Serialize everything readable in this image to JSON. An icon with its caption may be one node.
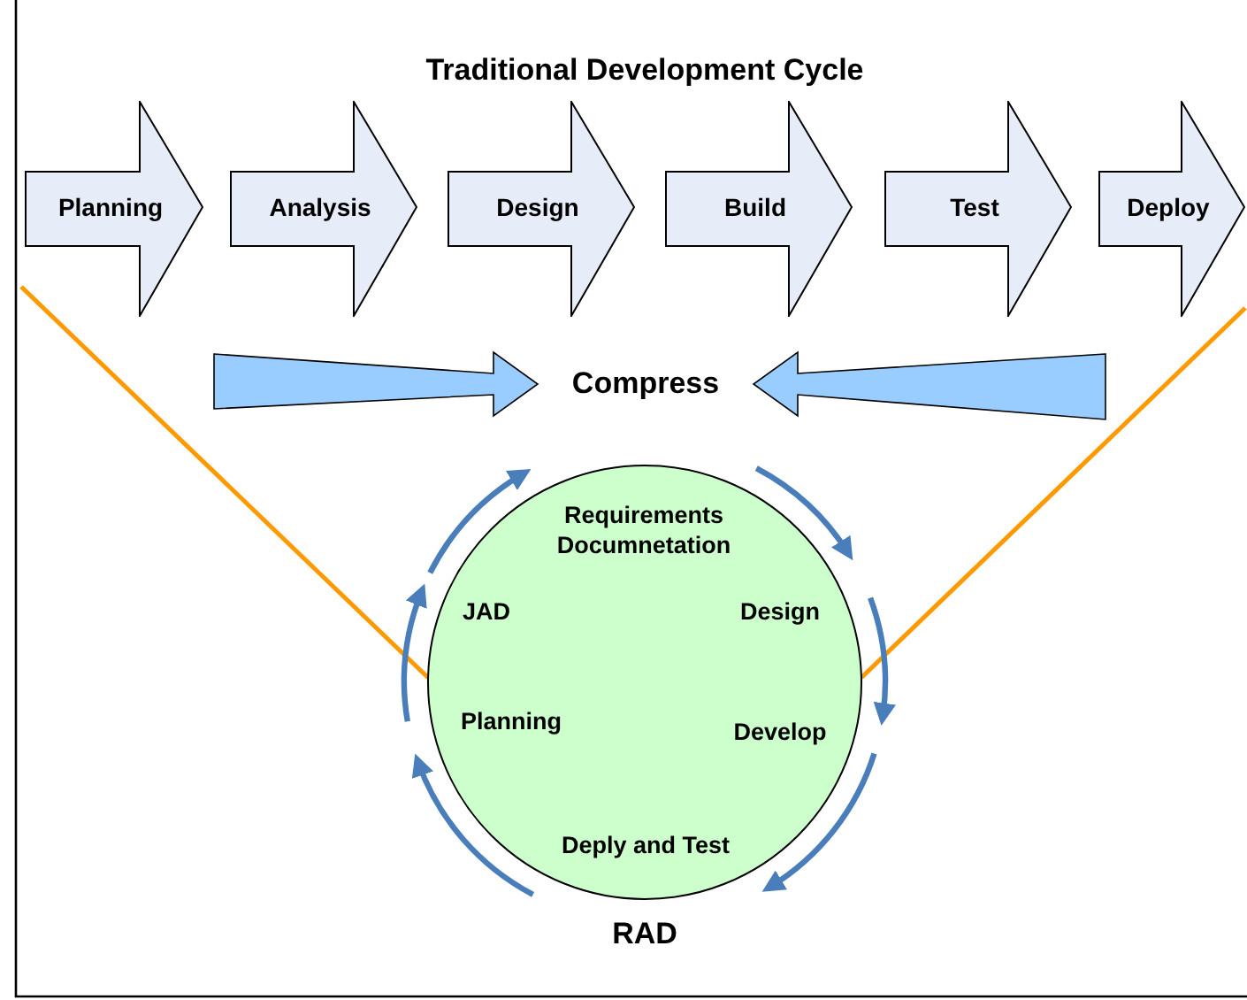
{
  "diagram": {
    "title": "Traditional Development Cycle",
    "nodes": [
      {
        "text": [
          "Planning"
        ]
      },
      {
        "text": [
          "Analysis"
        ]
      },
      {
        "text": [
          "Design"
        ]
      },
      {
        "text": [
          "Build"
        ]
      },
      {
        "text": [
          "Test"
        ]
      },
      {
        "text": [
          "Deploy"
        ]
      },
      {
        "text": [
          "Compress"
        ]
      },
      {
        "text": [],
        "shape": "circle",
        "beside": [
          "RAD"
        ]
      },
      {
        "text": [
          "Requirements Documnetation"
        ],
        "in": 7
      },
      {
        "text": [
          "Design"
        ],
        "in": 7
      },
      {
        "text": [
          "Develop"
        ],
        "in": 7
      },
      {
        "text": [
          "Deply and Test"
        ],
        "in": 7
      },
      {
        "text": [
          "Planning"
        ],
        "in": 7
      },
      {
        "text": [
          "JAD"
        ],
        "in": 7
      }
    ],
    "edges": [
      {
        "from": null,
        "to": 6,
        "arrow": "to",
        "style": "thick",
        "color": "#99ccff"
      },
      {
        "from": null,
        "to": 6,
        "arrow": "to",
        "style": "thick",
        "color": "#99ccff"
      },
      {
        "from": null,
        "to": 7,
        "arrow": "none",
        "color": "#ff9900"
      },
      {
        "from": null,
        "to": 7,
        "arrow": "none",
        "color": "#ff9900"
      },
      {
        "from": 13,
        "to": 8,
        "arrow": "to"
      },
      {
        "from": 8,
        "to": 9,
        "arrow": "to"
      },
      {
        "from": 9,
        "to": 10,
        "arrow": "to"
      },
      {
        "from": 10,
        "to": 11,
        "arrow": "to"
      },
      {
        "from": 11,
        "to": 12,
        "arrow": "to"
      },
      {
        "from": 12,
        "to": 13,
        "arrow": "to"
      }
    ]
  }
}
